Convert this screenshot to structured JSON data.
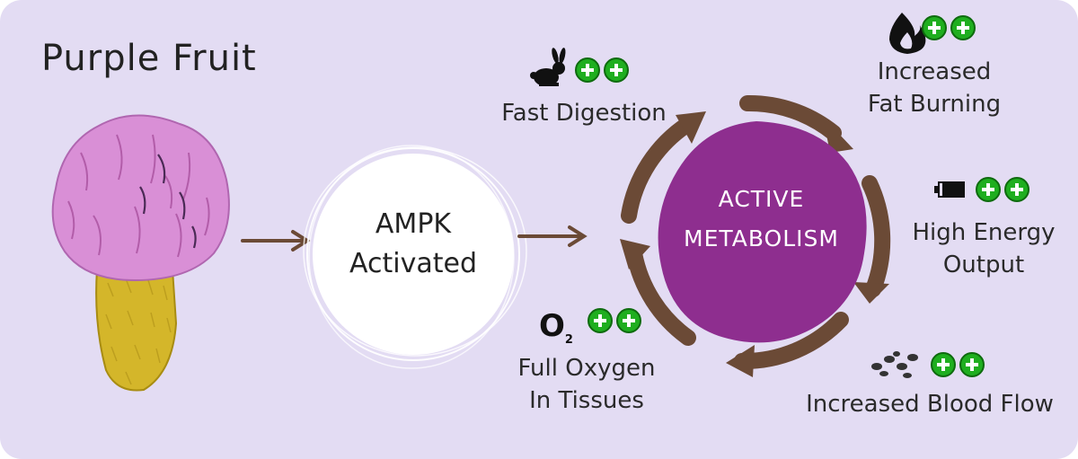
{
  "title": "Purple Fruit",
  "ampk": {
    "line1": "AMPK",
    "line2": "Activated"
  },
  "center": {
    "line1": "ACTIVE",
    "line2": "METABOLISM"
  },
  "benefits": [
    {
      "icon": "rabbit-icon",
      "line1": "Fast Digestion",
      "line2": ""
    },
    {
      "icon": "flame-icon",
      "line1": "Increased",
      "line2": "Fat Burning"
    },
    {
      "icon": "battery-icon",
      "line1": "High Energy",
      "line2": "Output"
    },
    {
      "icon": "blood-cells-icon",
      "line1": "Increased Blood Flow",
      "line2": ""
    },
    {
      "icon": "oxygen-icon",
      "line1": "Full Oxygen",
      "line2": "In Tissues",
      "symbol": "O",
      "subscript": "2"
    }
  ],
  "colors": {
    "background": "#e3dcf3",
    "metabolism": "#8e2e8f",
    "arrow": "#6b4a36",
    "plus": "#1fae1f",
    "fruit_top": "#d98fd6",
    "fruit_bottom": "#d4b62a"
  }
}
